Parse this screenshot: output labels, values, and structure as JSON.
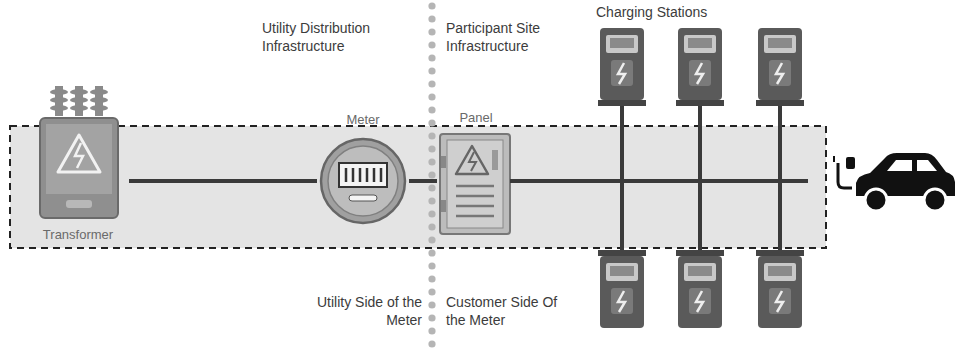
{
  "diagram": {
    "nodes": [
      {
        "text": [
          "Transformer"
        ]
      },
      {
        "text": [
          "Meter"
        ]
      },
      {
        "text": [
          "Panel"
        ]
      }
    ],
    "edges": [
      {
        "from": 0,
        "to": 1,
        "arrow": "none"
      },
      {
        "from": 1,
        "to": 2,
        "arrow": "none"
      }
    ],
    "labels": [
      "Utility Distribution Infrastructure",
      "Participant Site Infrastructure",
      "Charging Stations",
      "Utility Side of the Meter",
      "Customer Side Of the Meter"
    ]
  }
}
